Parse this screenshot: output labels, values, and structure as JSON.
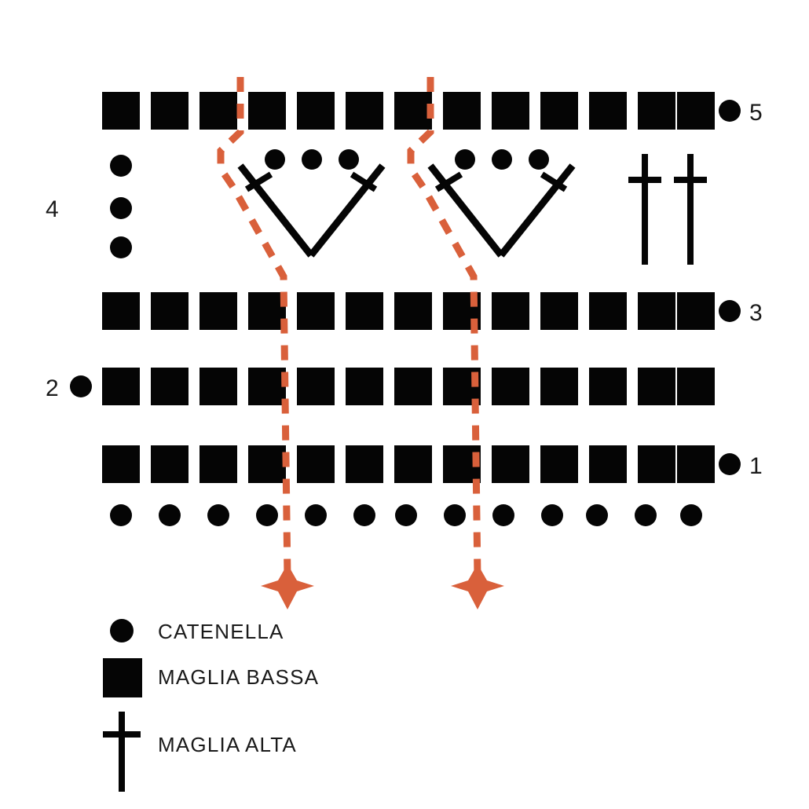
{
  "colors": {
    "stitch": "#050505",
    "guide": "#d9603b",
    "text": "#1a1a1a",
    "background": "#ffffff"
  },
  "chart": {
    "title": "",
    "stitch_count": 13,
    "rows": [
      {
        "id": "row-5",
        "number": "5",
        "number_side": "right",
        "stitch_type": "maglia-bassa",
        "symbol": "square",
        "count": 13,
        "turning_chain": true,
        "turning_chain_side": "right"
      },
      {
        "id": "row-4",
        "number": "4",
        "number_side": "left",
        "stitch_type": "mixed",
        "symbol": "shell-and-alta",
        "count": 0,
        "turning_chain": true,
        "turning_chain_side": "left",
        "turning_chain_count": 3,
        "shells": 2,
        "shell_chain_dots": 3,
        "maglia_alta_count": 2
      },
      {
        "id": "row-3",
        "number": "3",
        "number_side": "right",
        "stitch_type": "maglia-bassa",
        "symbol": "square",
        "count": 13,
        "turning_chain": true,
        "turning_chain_side": "right"
      },
      {
        "id": "row-2",
        "number": "2",
        "number_side": "left",
        "stitch_type": "maglia-bassa",
        "symbol": "square",
        "count": 13,
        "turning_chain": true,
        "turning_chain_side": "left"
      },
      {
        "id": "row-1",
        "number": "1",
        "number_side": "right",
        "stitch_type": "maglia-bassa",
        "symbol": "square",
        "count": 13,
        "turning_chain": true,
        "turning_chain_side": "right"
      },
      {
        "id": "foundation",
        "number": "",
        "number_side": "none",
        "stitch_type": "catenella",
        "symbol": "circle",
        "count": 13,
        "turning_chain": false
      }
    ],
    "guides": [
      {
        "id": "guide-left",
        "label": "repeat-marker-left",
        "column": 4
      },
      {
        "id": "guide-right",
        "label": "repeat-marker-right",
        "column": 8
      }
    ]
  },
  "legend": {
    "items": [
      {
        "symbol": "circle",
        "label": "CATENELLA"
      },
      {
        "symbol": "square",
        "label": "MAGLIA BASSA"
      },
      {
        "symbol": "cross",
        "label": "MAGLIA ALTA"
      }
    ]
  }
}
